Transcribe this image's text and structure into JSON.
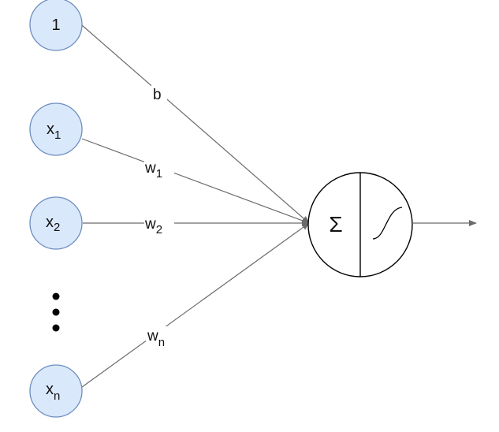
{
  "diagram": {
    "nodes": {
      "bias": {
        "label": "1"
      },
      "x1": {
        "label": "x",
        "sub": "1"
      },
      "x2": {
        "label": "x",
        "sub": "2"
      },
      "xn": {
        "label": "x",
        "sub": "n"
      }
    },
    "edges": {
      "bias": {
        "label": "b"
      },
      "x1": {
        "label": "w",
        "sub": "1"
      },
      "x2": {
        "label": "w",
        "sub": "2"
      },
      "xn": {
        "label": "w",
        "sub": "n"
      }
    },
    "neuron": {
      "sum_symbol": "Σ"
    },
    "colors": {
      "input_fill": "#dae8fc",
      "input_stroke": "#6c8ebf",
      "line": "#6b6b6b",
      "neuron_stroke": "#000000"
    }
  }
}
